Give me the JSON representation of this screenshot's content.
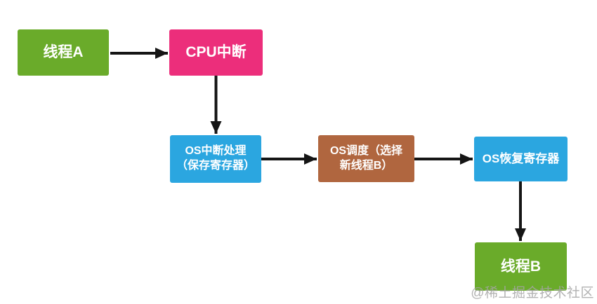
{
  "diagram": {
    "type": "flowchart",
    "topic": "thread context switch via CPU interrupt"
  },
  "nodes": {
    "thread_a": {
      "label": "线程A",
      "color": "#6AAB2A"
    },
    "cpu_interrupt": {
      "label": "CPU中断",
      "color": "#EC2E7B"
    },
    "os_interrupt": {
      "line1": "OS中断处理",
      "line2": "（保存寄存器）",
      "color": "#2BA6E0"
    },
    "os_schedule": {
      "line1": "OS调度（选择",
      "line2": "新线程B）",
      "color": "#B0663F"
    },
    "os_restore": {
      "label": "OS恢复寄存器",
      "color": "#2BA6E0"
    },
    "thread_b": {
      "label": "线程B",
      "color": "#6AAB2A"
    }
  },
  "edges": [
    {
      "from": "线程A",
      "to": "CPU中断"
    },
    {
      "from": "CPU中断",
      "to": "OS中断处理（保存寄存器）"
    },
    {
      "from": "OS中断处理（保存寄存器）",
      "to": "OS调度（选择新线程B）"
    },
    {
      "from": "OS调度（选择新线程B）",
      "to": "OS恢复寄存器"
    },
    {
      "from": "OS恢复寄存器",
      "to": "线程B"
    }
  ],
  "colors": {
    "green": "#6AAB2A",
    "magenta": "#EC2E7B",
    "blue": "#2BA6E0",
    "brown": "#B0663F",
    "arrow": "#151515",
    "watermark": "#A4A4A4",
    "background": "#FFFFFF"
  },
  "watermark": {
    "text": "@稀土掘金技术社区"
  }
}
